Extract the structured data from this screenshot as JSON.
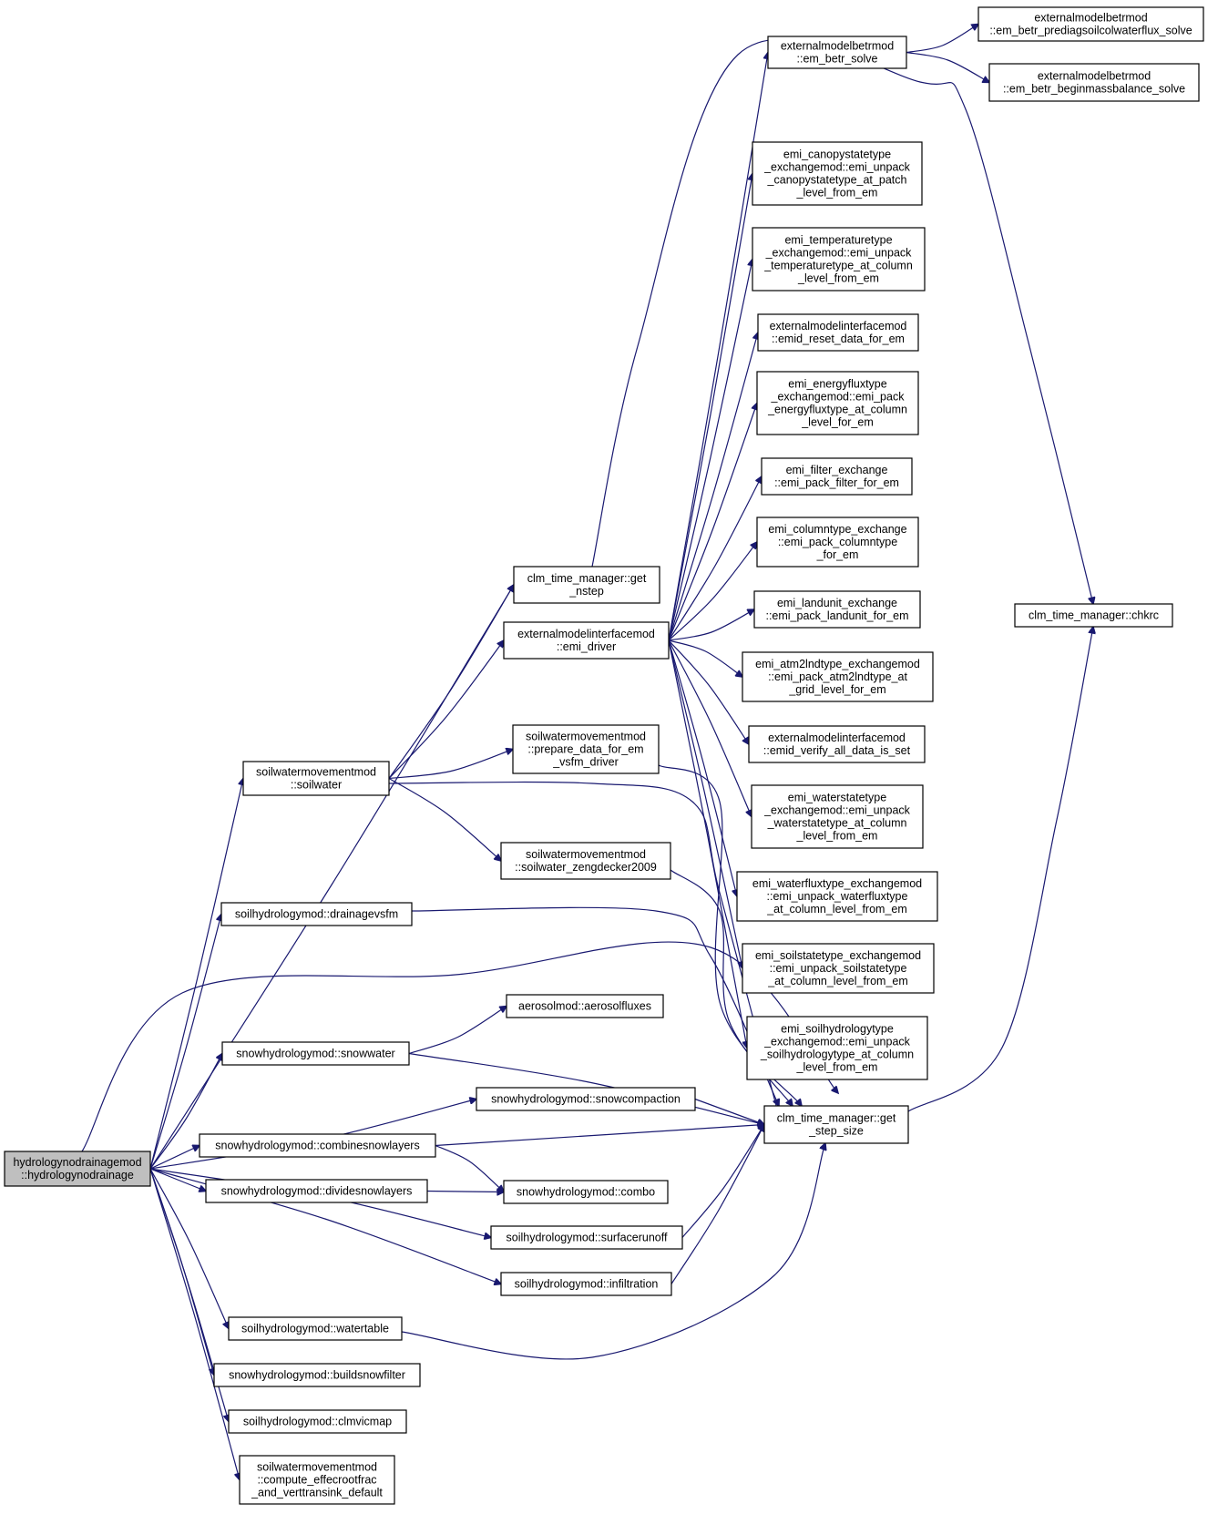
{
  "diagram": {
    "type": "call-graph",
    "edge_color": "#191970",
    "root_fill": "#bfbfbf",
    "nodes": [
      {
        "id": "root",
        "lines": [
          "hydrologynodrainagemod",
          "::hydrologynodrainage"
        ],
        "root": true
      },
      {
        "id": "soilwater",
        "lines": [
          "soilwatermovementmod",
          "::soilwater"
        ]
      },
      {
        "id": "drainagevsfm",
        "lines": [
          "soilhydrologymod::drainagevsfm"
        ]
      },
      {
        "id": "snowwater",
        "lines": [
          "snowhydrologymod::snowwater"
        ]
      },
      {
        "id": "combinesnow",
        "lines": [
          "snowhydrologymod::combinesnowlayers"
        ]
      },
      {
        "id": "dividesnow",
        "lines": [
          "snowhydrologymod::dividesnowlayers"
        ]
      },
      {
        "id": "watertable",
        "lines": [
          "soilhydrologymod::watertable"
        ]
      },
      {
        "id": "buildsnowfilter",
        "lines": [
          "snowhydrologymod::buildsnowfilter"
        ]
      },
      {
        "id": "clmvicmap",
        "lines": [
          "soilhydrologymod::clmvicmap"
        ]
      },
      {
        "id": "computeeffec",
        "lines": [
          "soilwatermovementmod",
          "::compute_effecrootfrac",
          "_and_verttransink_default"
        ]
      },
      {
        "id": "getnstep",
        "lines": [
          "clm_time_manager::get",
          "_nstep"
        ]
      },
      {
        "id": "emidriver",
        "lines": [
          "externalmodelinterfacemod",
          "::emi_driver"
        ]
      },
      {
        "id": "preparevsfm",
        "lines": [
          "soilwatermovementmod",
          "::prepare_data_for_em",
          "_vsfm_driver"
        ]
      },
      {
        "id": "zengdecker",
        "lines": [
          "soilwatermovementmod",
          "::soilwater_zengdecker2009"
        ]
      },
      {
        "id": "aerosol",
        "lines": [
          "aerosolmod::aerosolfluxes"
        ]
      },
      {
        "id": "snowcompaction",
        "lines": [
          "snowhydrologymod::snowcompaction"
        ]
      },
      {
        "id": "combo",
        "lines": [
          "snowhydrologymod::combo"
        ]
      },
      {
        "id": "surfacerunoff",
        "lines": [
          "soilhydrologymod::surfacerunoff"
        ]
      },
      {
        "id": "infiltration",
        "lines": [
          "soilhydrologymod::infiltration"
        ]
      },
      {
        "id": "embetrsolve",
        "lines": [
          "externalmodelbetrmod",
          "::em_betr_solve"
        ]
      },
      {
        "id": "prediag",
        "lines": [
          "externalmodelbetrmod",
          "::em_betr_prediagsoilcolwaterflux_solve"
        ]
      },
      {
        "id": "beginmass",
        "lines": [
          "externalmodelbetrmod",
          "::em_betr_beginmassbalance_solve"
        ]
      },
      {
        "id": "canopy",
        "lines": [
          "emi_canopystatetype",
          "_exchangemod::emi_unpack",
          "_canopystatetype_at_patch",
          "_level_from_em"
        ]
      },
      {
        "id": "temperature",
        "lines": [
          "emi_temperaturetype",
          "_exchangemod::emi_unpack",
          "_temperaturetype_at_column",
          "_level_from_em"
        ]
      },
      {
        "id": "resetdata",
        "lines": [
          "externalmodelinterfacemod",
          "::emid_reset_data_for_em"
        ]
      },
      {
        "id": "energyflux",
        "lines": [
          "emi_energyfluxtype",
          "_exchangemod::emi_pack",
          "_energyfluxtype_at_column",
          "_level_for_em"
        ]
      },
      {
        "id": "filterexch",
        "lines": [
          "emi_filter_exchange",
          "::emi_pack_filter_for_em"
        ]
      },
      {
        "id": "columntype",
        "lines": [
          "emi_columntype_exchange",
          "::emi_pack_columntype",
          "_for_em"
        ]
      },
      {
        "id": "landunit",
        "lines": [
          "emi_landunit_exchange",
          "::emi_pack_landunit_for_em"
        ]
      },
      {
        "id": "atm2lnd",
        "lines": [
          "emi_atm2lndtype_exchangemod",
          "::emi_pack_atm2lndtype_at",
          "_grid_level_for_em"
        ]
      },
      {
        "id": "verifyall",
        "lines": [
          "externalmodelinterfacemod",
          "::emid_verify_all_data_is_set"
        ]
      },
      {
        "id": "waterstate",
        "lines": [
          "emi_waterstatetype",
          "_exchangemod::emi_unpack",
          "_waterstatetype_at_column",
          "_level_from_em"
        ]
      },
      {
        "id": "waterflux",
        "lines": [
          "emi_waterfluxtype_exchangemod",
          "::emi_unpack_waterfluxtype",
          "_at_column_level_from_em"
        ]
      },
      {
        "id": "soilstate",
        "lines": [
          "emi_soilstatetype_exchangemod",
          "::emi_unpack_soilstatetype",
          "_at_column_level_from_em"
        ]
      },
      {
        "id": "soilhydrotype",
        "lines": [
          "emi_soilhydrologytype",
          "_exchangemod::emi_unpack",
          "_soilhydrologytype_at_column",
          "_level_from_em"
        ]
      },
      {
        "id": "getstepsize",
        "lines": [
          "clm_time_manager::get",
          "_step_size"
        ]
      },
      {
        "id": "chkrc",
        "lines": [
          "clm_time_manager::chkrc"
        ]
      }
    ],
    "edges": [
      [
        "root",
        "getnstep"
      ],
      [
        "root",
        "soilwater"
      ],
      [
        "root",
        "drainagevsfm"
      ],
      [
        "root",
        "getstepsize"
      ],
      [
        "root",
        "snowwater"
      ],
      [
        "root",
        "snowcompaction"
      ],
      [
        "root",
        "combinesnow"
      ],
      [
        "root",
        "dividesnow"
      ],
      [
        "root",
        "surfacerunoff"
      ],
      [
        "root",
        "infiltration"
      ],
      [
        "root",
        "watertable"
      ],
      [
        "root",
        "buildsnowfilter"
      ],
      [
        "root",
        "clmvicmap"
      ],
      [
        "root",
        "computeeffec"
      ],
      [
        "soilwater",
        "getnstep"
      ],
      [
        "soilwater",
        "emidriver"
      ],
      [
        "soilwater",
        "preparevsfm"
      ],
      [
        "soilwater",
        "zengdecker"
      ],
      [
        "soilwater",
        "getstepsize"
      ],
      [
        "getnstep",
        "chkrc"
      ],
      [
        "emidriver",
        "embetrsolve"
      ],
      [
        "emidriver",
        "canopy"
      ],
      [
        "emidriver",
        "temperature"
      ],
      [
        "emidriver",
        "resetdata"
      ],
      [
        "emidriver",
        "energyflux"
      ],
      [
        "emidriver",
        "filterexch"
      ],
      [
        "emidriver",
        "columntype"
      ],
      [
        "emidriver",
        "landunit"
      ],
      [
        "emidriver",
        "atm2lnd"
      ],
      [
        "emidriver",
        "verifyall"
      ],
      [
        "emidriver",
        "waterstate"
      ],
      [
        "emidriver",
        "waterflux"
      ],
      [
        "emidriver",
        "soilstate"
      ],
      [
        "emidriver",
        "soilhydrotype"
      ],
      [
        "embetrsolve",
        "prediag"
      ],
      [
        "embetrsolve",
        "beginmass"
      ],
      [
        "preparevsfm",
        "getstepsize"
      ],
      [
        "zengdecker",
        "getstepsize"
      ],
      [
        "drainagevsfm",
        "getstepsize"
      ],
      [
        "snowwater",
        "aerosol"
      ],
      [
        "snowwater",
        "getstepsize"
      ],
      [
        "snowcompaction",
        "getstepsize"
      ],
      [
        "combinesnow",
        "getstepsize"
      ],
      [
        "combinesnow",
        "combo"
      ],
      [
        "dividesnow",
        "combo"
      ],
      [
        "surfacerunoff",
        "getstepsize"
      ],
      [
        "infiltration",
        "getstepsize"
      ],
      [
        "watertable",
        "getstepsize"
      ],
      [
        "getstepsize",
        "chkrc"
      ]
    ]
  }
}
